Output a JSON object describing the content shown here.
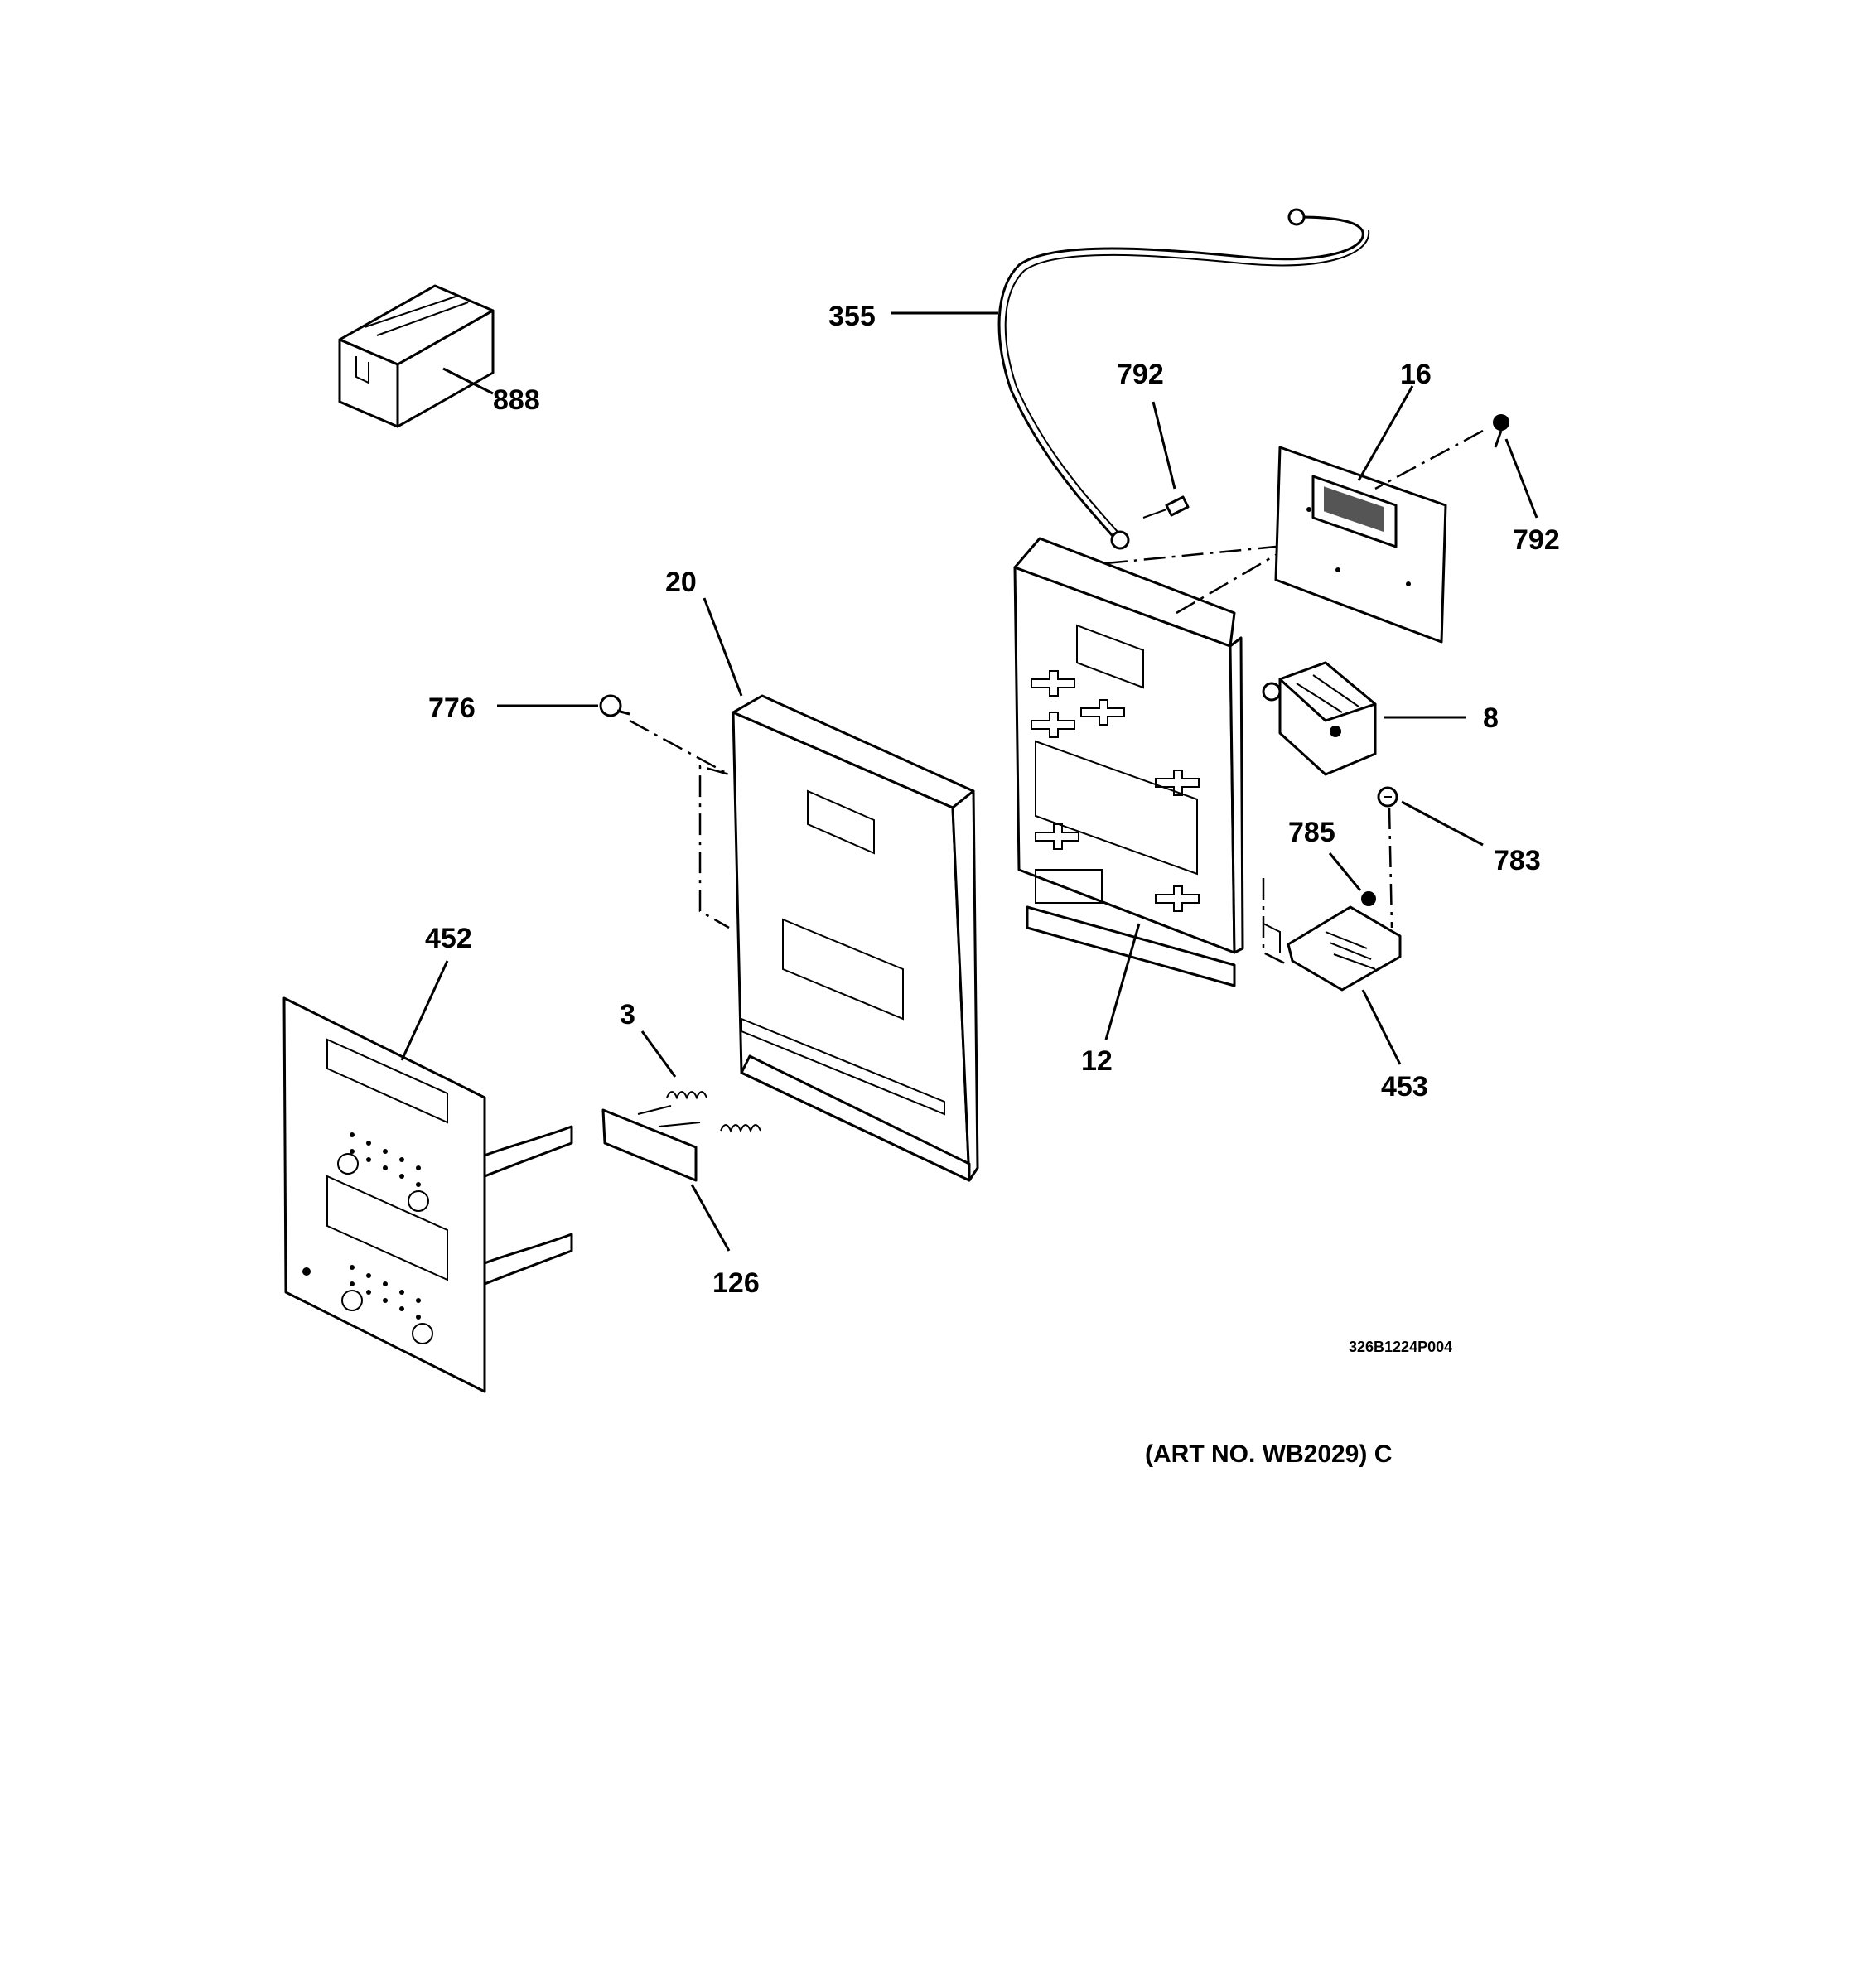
{
  "labels": {
    "p888": "888",
    "p355": "355",
    "p792a": "792",
    "p16": "16",
    "p792b": "792",
    "p20": "20",
    "p776": "776",
    "p8": "8",
    "p785": "785",
    "p783": "783",
    "p452": "452",
    "p3": "3",
    "p12": "12",
    "p453": "453",
    "p126": "126"
  },
  "drawing_number": "326B1224P004",
  "art_number": "(ART NO. WB2029) C"
}
